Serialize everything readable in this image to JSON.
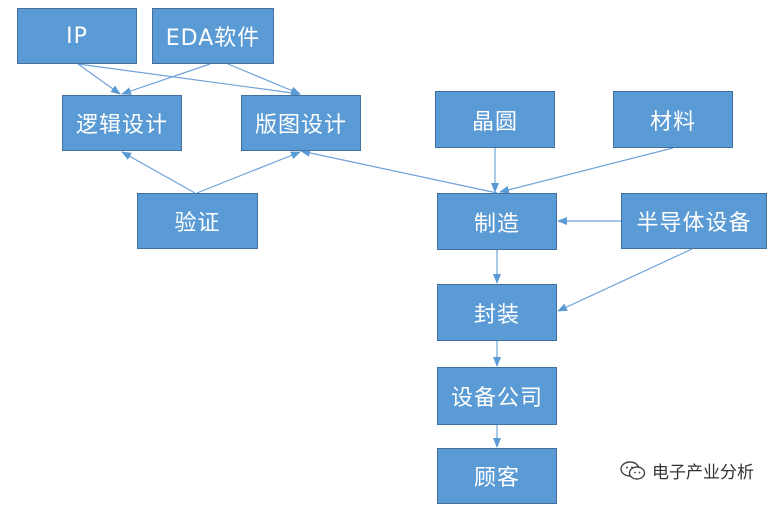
{
  "nodes": {
    "ip": "IP",
    "eda": "EDA软件",
    "logic_design": "逻辑设计",
    "layout_design": "版图设计",
    "verification": "验证",
    "wafer": "晶圆",
    "material": "材料",
    "manufacturing": "制造",
    "semiconductor_equipment": "半导体设备",
    "packaging": "封装",
    "equipment_company": "设备公司",
    "customer": "顾客"
  },
  "watermark": {
    "text": "电子产业分析",
    "icon": "wechat-icon"
  },
  "colors": {
    "node_fill": "#5b9bd5",
    "node_border": "#41719c",
    "arrow": "#6fa3d9",
    "text": "#ffffff"
  }
}
